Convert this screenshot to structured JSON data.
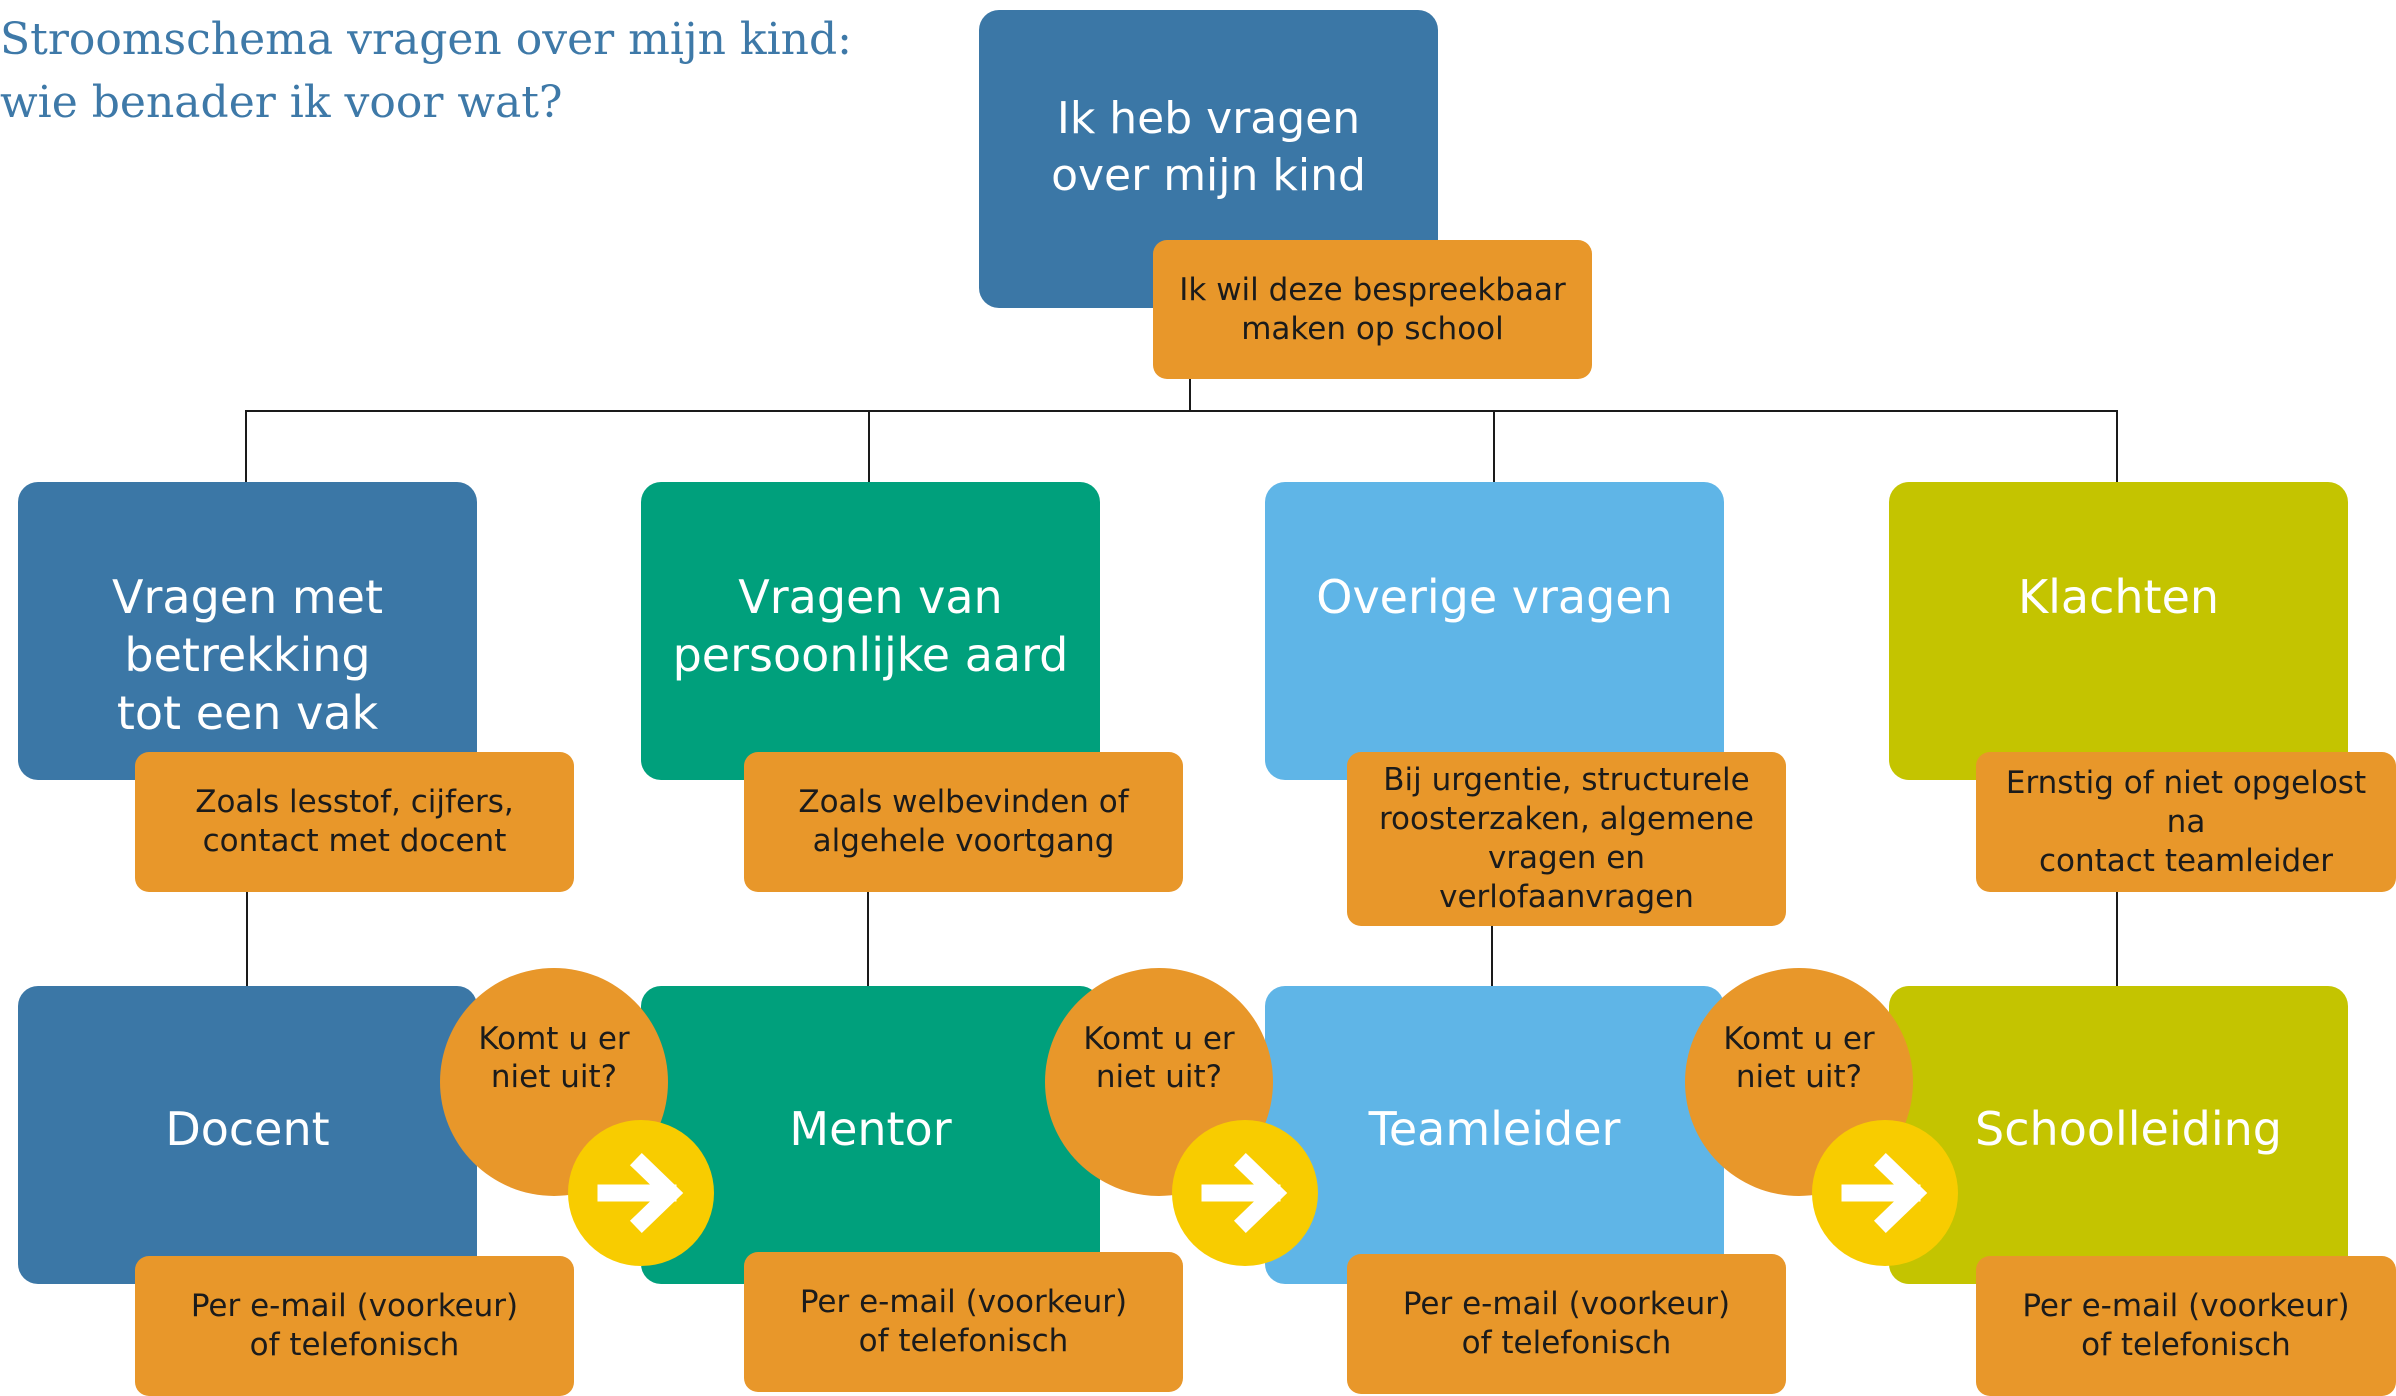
{
  "title": "Stroomschema vragen over mijn kind:\nwie benader ik voor wat?",
  "root": {
    "label": "Ik heb vragen\nover mijn kind",
    "note": "Ik wil deze bespreekbaar\nmaken op school"
  },
  "categories": [
    {
      "label": "Vragen met\nbetrekking\ntot een vak",
      "note": "Zoals lesstof, cijfers,\ncontact met docent"
    },
    {
      "label": "Vragen van\npersoonlijke aard",
      "note": "Zoals welbevinden of\nalgehele voortgang"
    },
    {
      "label": "Overige vragen",
      "note": "Bij urgentie, structurele\nroosterzaken, algemene\nvragen en verlofaanvragen"
    },
    {
      "label": "Klachten",
      "note": "Ernstig of niet opgelost na\ncontact teamleider"
    }
  ],
  "contacts": [
    {
      "label": "Docent",
      "note": "Per e-mail (voorkeur)\nof telefonisch"
    },
    {
      "label": "Mentor",
      "note": "Per e-mail (voorkeur)\nof telefonisch"
    },
    {
      "label": "Teamleider",
      "note": "Per e-mail (voorkeur)\nof telefonisch"
    },
    {
      "label": "Schoolleiding",
      "note": "Per e-mail (voorkeur)\nof telefonisch"
    }
  ],
  "escalation": {
    "label": "Komt u er\nniet uit?"
  },
  "colors": {
    "dark_blue": "#3b77a6",
    "green": "#00a07c",
    "light_blue": "#5fb5e7",
    "lime": "#c4c400",
    "orange": "#e8972a",
    "yellow": "#f8cc00"
  }
}
